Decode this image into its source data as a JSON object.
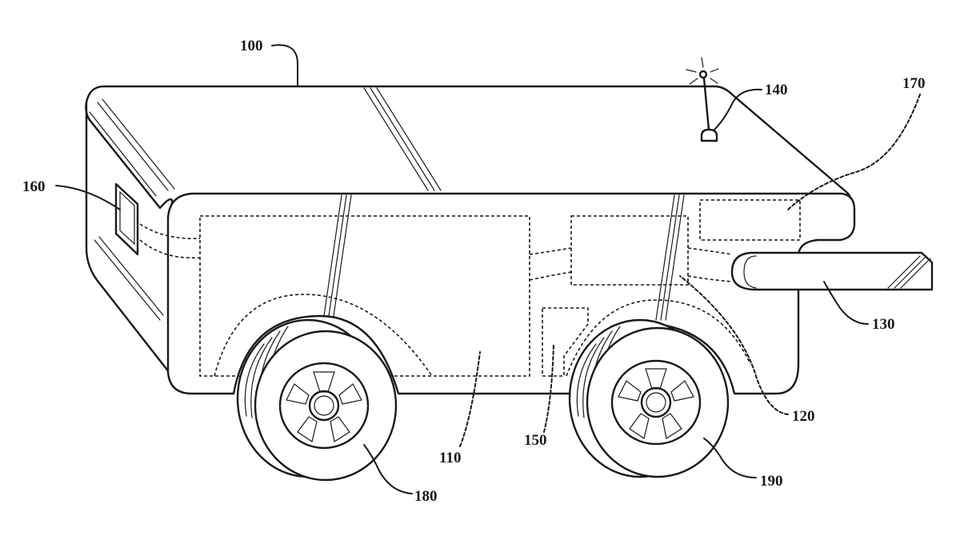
{
  "figure": {
    "labels": {
      "vehicle": "100",
      "body_compartment": "110",
      "controller": "120",
      "arm": "130",
      "antenna": "140",
      "battery": "150",
      "display": "160",
      "sensor": "170",
      "front_wheel": "180",
      "rear_wheel": "190"
    }
  }
}
